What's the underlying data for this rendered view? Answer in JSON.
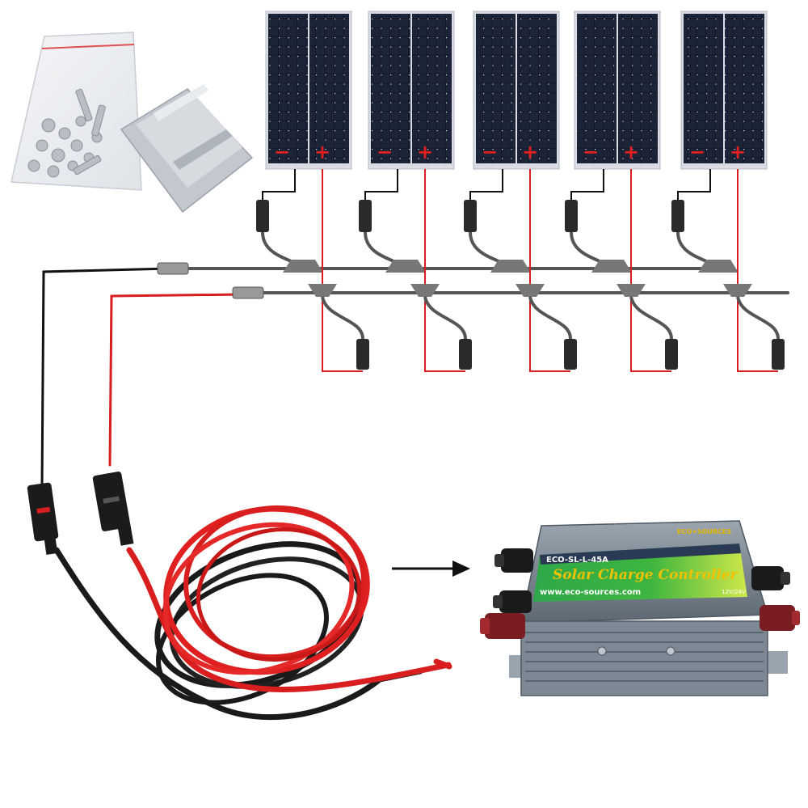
{
  "colors": {
    "background": "#ffffff",
    "panel_cell": "#141a2b",
    "panel_frame": "#d9dde3",
    "wire_red": "#d81e1e",
    "wire_black": "#111111",
    "controller_body": "#7d8894",
    "controller_label": "#3fb53f",
    "controller_title": "#f2c200"
  },
  "panels": [
    {
      "negative_label": "−",
      "positive_label": "+"
    },
    {
      "negative_label": "−",
      "positive_label": "+"
    },
    {
      "negative_label": "−",
      "positive_label": "+"
    },
    {
      "negative_label": "−",
      "positive_label": "+"
    },
    {
      "negative_label": "−",
      "positive_label": "+"
    }
  ],
  "controller": {
    "brand": "ECO✦SOURCES",
    "model": "ECO-SL-L-45A",
    "title": "Solar Charge Controller",
    "website": "www.eco-sources.com",
    "voltage": "12V/24V"
  },
  "icons": {
    "hardware_bag": "mounting-hardware-bag-icon",
    "z_brackets": "z-bracket-icon",
    "arrow": "right-arrow-icon",
    "cable_coil": "cable-coil-icon"
  }
}
